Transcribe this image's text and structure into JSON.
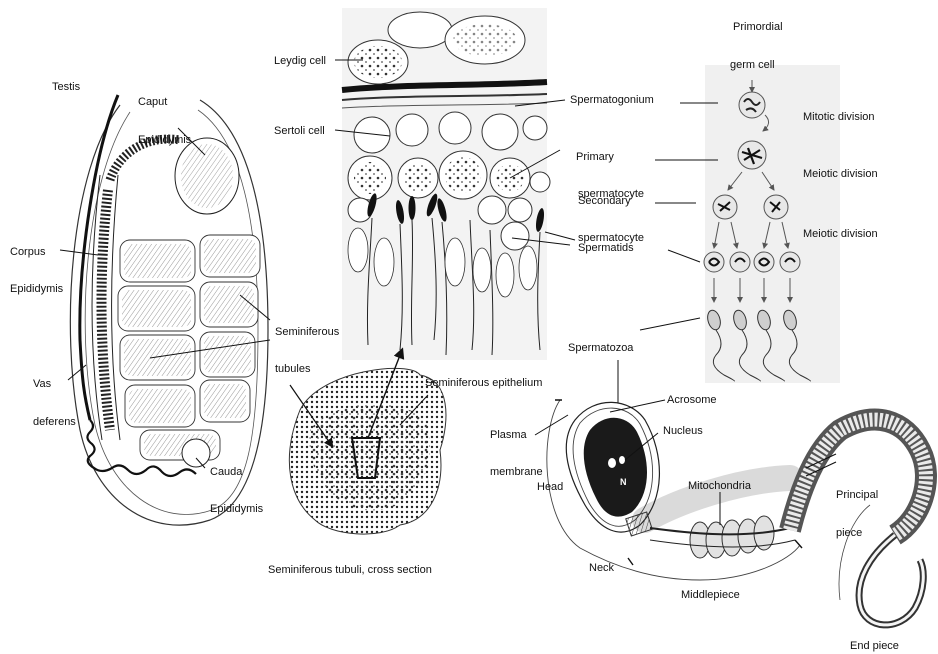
{
  "labels": {
    "testis": "Testis",
    "caput": "Caput",
    "caput_epididymis": "Epididymis",
    "corpus": "Corpus",
    "corpus_epididymis": "Epididymis",
    "vas": "Vas",
    "deferens": "deferens",
    "cauda": "Cauda",
    "cauda_epididymis": "Epididymis",
    "seminiferous": "Seminiferous",
    "tubules": "tubules",
    "cross_section_caption": "Seminiferous tubuli, cross section",
    "seminiferous_epithelium": "Seminiferous epithelium",
    "leydig_cell": "Leydig cell",
    "sertoli_cell": "Sertoli cell",
    "spermatogonium": "Spermatogonium",
    "primary": "Primary",
    "spermatocyte_1": "spermatocyte",
    "secondary": "Secondary",
    "spermatocyte_2": "spermatocyte",
    "spermatids": "Spermatids",
    "primordial": "Primordial",
    "germ_cell": "germ cell",
    "mitotic_division": "Mitotic division",
    "meiotic_division_1": "Meiotic division",
    "meiotic_division_2": "Meiotic division",
    "spermatozoa": "Spermatozoa",
    "acrosome": "Acrosome",
    "nucleus": "Nucleus",
    "nucleus_letter": "N",
    "plasma": "Plasma",
    "membrane": "membrane",
    "head": "Head",
    "mitochondria": "Mitochondria",
    "principal": "Principal",
    "piece": "piece",
    "neck": "Neck",
    "middlepiece": "Middlepiece",
    "end_piece": "End piece"
  }
}
